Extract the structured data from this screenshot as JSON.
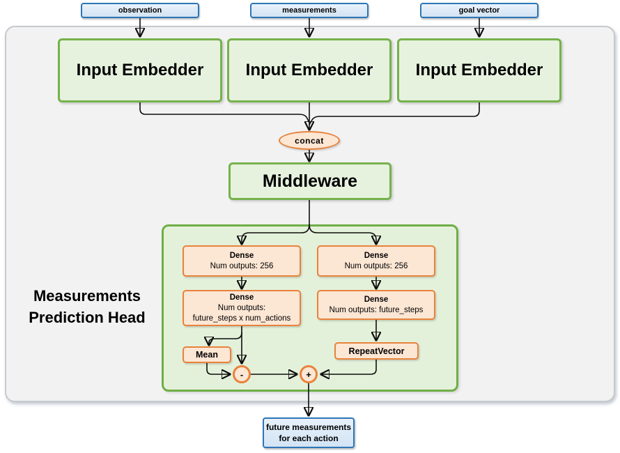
{
  "inputs": [
    {
      "label": "observation"
    },
    {
      "label": "measurements"
    },
    {
      "label": "goal vector"
    }
  ],
  "embedders": [
    {
      "label": "Input Embedder"
    },
    {
      "label": "Input Embedder"
    },
    {
      "label": "Input Embedder"
    }
  ],
  "concat": {
    "label": "concat"
  },
  "middleware": {
    "label": "Middleware"
  },
  "head": {
    "title_line1": "Measurements",
    "title_line2": "Prediction Head",
    "left": {
      "dense1": {
        "title": "Dense",
        "sub": "Num outputs: 256"
      },
      "dense2": {
        "title": "Dense",
        "sub1": "Num outputs:",
        "sub2": "future_steps x num_actions"
      },
      "mean": {
        "label": "Mean"
      },
      "minus": {
        "label": "-"
      }
    },
    "right": {
      "dense1": {
        "title": "Dense",
        "sub": "Num outputs: 256"
      },
      "dense2": {
        "title": "Dense",
        "sub": "Num outputs: future_steps"
      },
      "repeat": {
        "label": "RepeatVector"
      },
      "plus": {
        "label": "+"
      }
    }
  },
  "output": {
    "line1": "future measurements",
    "line2": "for each action"
  },
  "colors": {
    "blue_border": "#2e75b6",
    "blue_fill": "#dbe9f7",
    "green_border": "#70ad47",
    "green_fill": "#e6f2de",
    "orange_border": "#ed7d31",
    "orange_fill": "#fce6d4",
    "container_fill": "#f2f2f3",
    "container_border": "#c6c9cd",
    "line": "#0d0d0d"
  }
}
